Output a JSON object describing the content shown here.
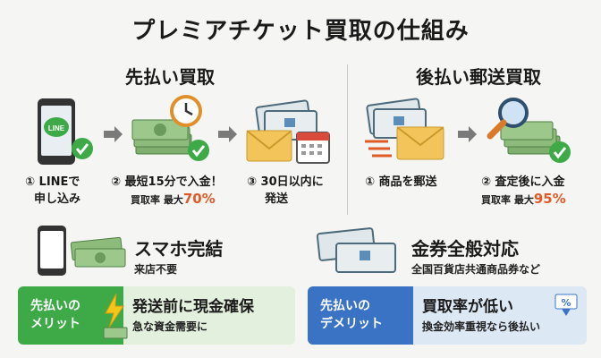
{
  "title": "プレミアチケット買取の仕組み",
  "prepay": {
    "heading": "先払い買取",
    "steps": [
      {
        "line1": "① LINEで",
        "line2": "申し込み"
      },
      {
        "line1": "② 最短15分で入金！",
        "rate_label": "買取率 最大",
        "rate_value": "70%"
      },
      {
        "line1": "③ 30日以内に",
        "line2": "発送"
      }
    ],
    "icons": [
      "smartphone-line-icon",
      "cash-clock-icon",
      "tickets-mail-calendar-icon"
    ]
  },
  "postpay": {
    "heading": "後払い郵送買取",
    "steps": [
      {
        "line1": "① 商品を郵送"
      },
      {
        "line1": "② 査定後に入金",
        "rate_label": "買取率 最大",
        "rate_value": "95%"
      }
    ],
    "icons": [
      "tickets-envelope-icon",
      "magnifier-cash-icon"
    ]
  },
  "features": {
    "left": {
      "title": "スマホ完結",
      "sub": "来店不要"
    },
    "right": {
      "title": "金券全般対応",
      "sub": "全国百貨店共通商品券など"
    }
  },
  "merit": {
    "tag1": "先払いの",
    "tag2": "メリット",
    "main": "発送前に現金確保",
    "sub": "急な資金需要に"
  },
  "demerit": {
    "tag1": "先払いの",
    "tag2": "デメリット",
    "main": "買取率が低い",
    "sub": "換金効率重視なら後払い"
  },
  "colors": {
    "green": "#3daa47",
    "blue": "#3a73c4",
    "orange_accent": "#e05a26",
    "cash": "#7fae6e",
    "ticket": "#dfe7ea"
  }
}
